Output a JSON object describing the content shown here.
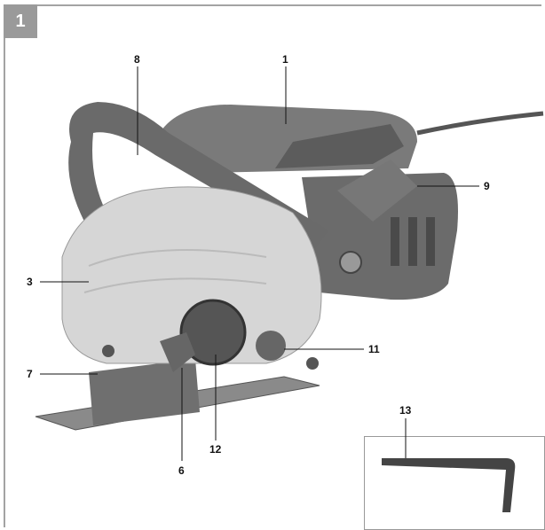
{
  "figure_number": "1",
  "callouts": [
    "1",
    "3",
    "6",
    "7",
    "8",
    "9",
    "11",
    "12",
    "13"
  ],
  "colors": {
    "frame": "#a3a3a3",
    "body_dark": "#6e6e6e",
    "body_light": "#c9c9c9",
    "guard": "#dcdcdc"
  }
}
